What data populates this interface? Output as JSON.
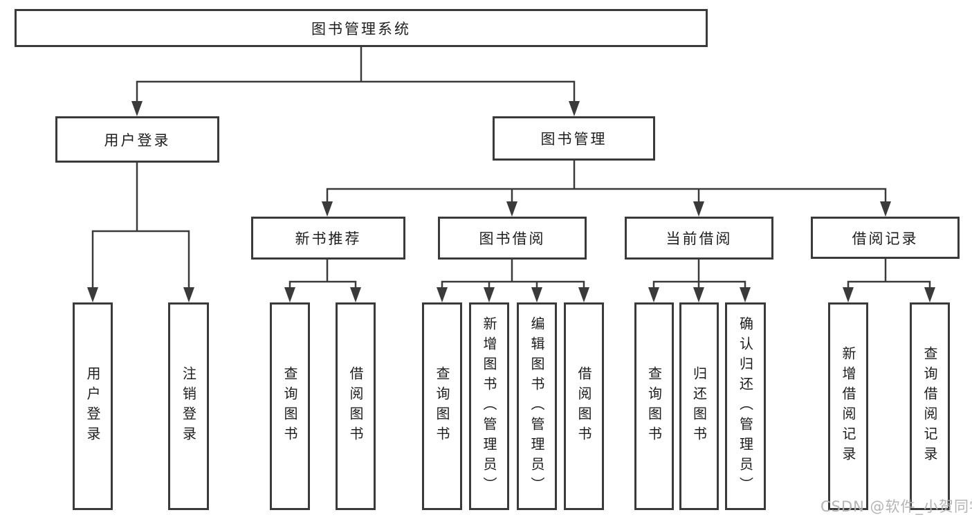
{
  "colors": {
    "line": "#3a3a3a",
    "box_border": "#3a3a3a",
    "text": "#1d1d1d",
    "background": "#ffffff",
    "watermark": "#b4b4b4"
  },
  "watermark": {
    "text": "CSDN @软件_小贺同学"
  },
  "tree": {
    "label": "图书管理系统",
    "children": [
      {
        "label": "用户登录",
        "children": [
          {
            "label": "用户登录"
          },
          {
            "label": "注销登录"
          }
        ]
      },
      {
        "label": "图书管理",
        "children": [
          {
            "label": "新书推荐",
            "children": [
              {
                "label": "查询图书"
              },
              {
                "label": "借阅图书"
              }
            ]
          },
          {
            "label": "图书借阅",
            "children": [
              {
                "label": "查询图书"
              },
              {
                "label": "新增图书（管理员）"
              },
              {
                "label": "编辑图书（管理员）"
              },
              {
                "label": "借阅图书"
              }
            ]
          },
          {
            "label": "当前借阅",
            "children": [
              {
                "label": "查询图书"
              },
              {
                "label": "归还图书"
              },
              {
                "label": "确认归还（管理员）"
              }
            ]
          },
          {
            "label": "借阅记录",
            "children": [
              {
                "label": "新增借阅记录"
              },
              {
                "label": "查询借阅记录"
              }
            ]
          }
        ]
      }
    ]
  }
}
